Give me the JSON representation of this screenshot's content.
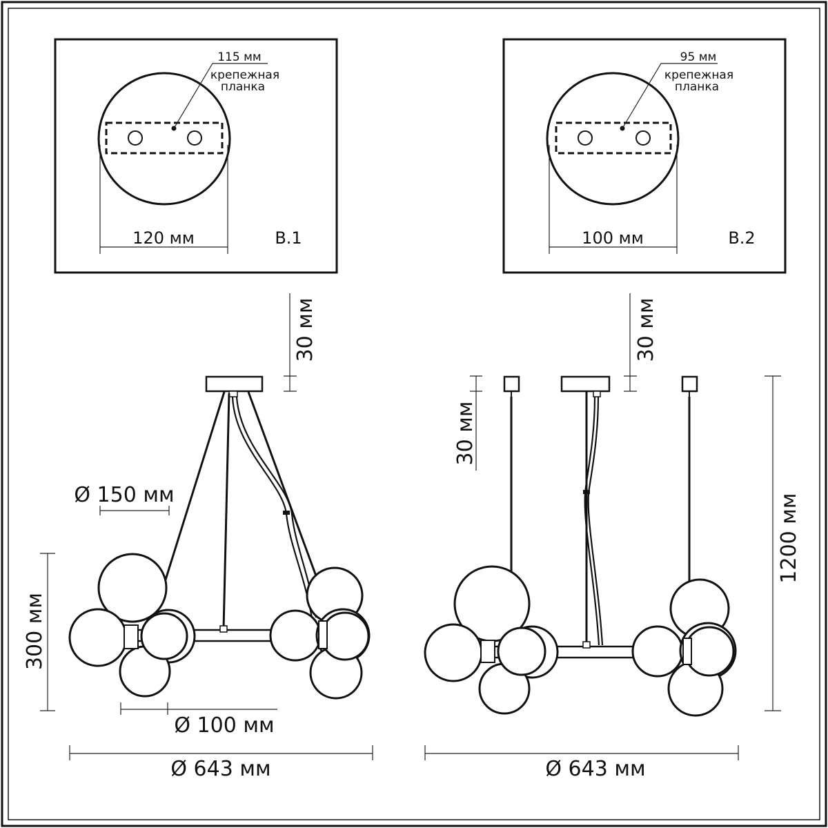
{
  "canopy_details": [
    {
      "id": "B.1",
      "label": "B.1",
      "plate_length": "115 мм",
      "plate_label": "крепежная\nпланка",
      "canopy_diameter": "120 мм"
    },
    {
      "id": "B.2",
      "label": "B.2",
      "plate_length": "95 мм",
      "plate_label": "крепежная\nпланка",
      "canopy_diameter": "100 мм"
    }
  ],
  "left_view": {
    "canopy_height": "30 мм",
    "globe_diameter": "Ø 150 мм",
    "body_height": "300 мм",
    "small_globe_diameter": "Ø 100 мм",
    "overall_diameter": "Ø 643 мм"
  },
  "right_view": {
    "canopy_height": "30 мм",
    "side_canopy_height": "30 мм",
    "total_height": "1200 мм",
    "overall_diameter": "Ø 643 мм"
  }
}
